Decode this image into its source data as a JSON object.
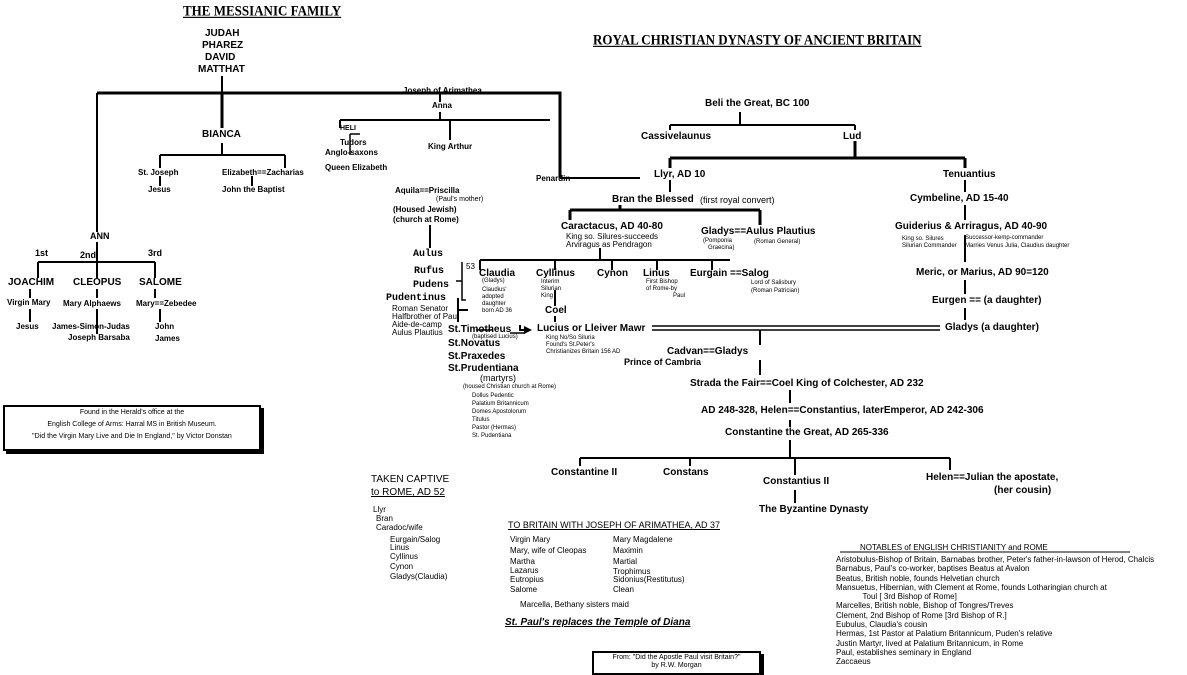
{
  "titles": {
    "messianic": "THE MESSIANIC FAMILY",
    "royal": "ROYAL CHRISTIAN DYNASTY OF ANCIENT BRITAIN"
  },
  "messianic": {
    "ancestors": [
      "JUDAH",
      "PHAREZ",
      "DAVID",
      "MATTHAT"
    ],
    "joseph_arimathea": "Joseph of Arimathea",
    "anna": "Anna",
    "heli": "HELI",
    "tudors": "Tudors",
    "anglo_saxons": "Anglo-saxons",
    "queen_elizabeth": "Queen Elizabeth",
    "king_arthur": "King Arthur",
    "penardin": "Penardin",
    "bianca": "BIANCA",
    "st_joseph": "St. Joseph",
    "jesus1": "Jesus",
    "elizabeth": "Elizabeth==Zacharias",
    "john_baptist": "John the Baptist",
    "ann": "ANN",
    "ord1": "1st",
    "ord2": "2nd",
    "ord3": "3rd",
    "joachim": "JOACHIM",
    "cleopus": "CLEOPUS",
    "salome": "SALOME",
    "virgin_mary": "Virgin Mary",
    "jesus2": "Jesus",
    "mary_alphaews": "Mary Alphaews",
    "james_simon_judas": "James-Simon-Judas",
    "joseph_barsaba": "Joseph Barsaba",
    "mary_zebedee": "Mary==Zebedee",
    "john": "John",
    "james": "James"
  },
  "herald_box": {
    "line1": "Found in the Herald's office at the",
    "line2": "English College of Arms:  Harral MS in British Museum.",
    "line3": "\"Did the Virgin Mary Live and Die In  England,\" by Victor Donstan"
  },
  "roman": {
    "aquila": "Aquila==Priscilla",
    "pauls_mother": "(Paul's mother)",
    "housed_jewish": "(Housed Jewish)",
    "church_rome": "(church at Rome)",
    "aulus": "Aulus",
    "rufus": "Rufus",
    "pudens": "Pudens",
    "pudentinus": "Pudentinus",
    "pudentinus_notes": [
      "Roman Senator",
      "Halfbrother of Paul",
      "Aide-de-camp",
      "Aulus Plautius"
    ],
    "year53": "53",
    "st_timotheus": "St.Timotheus",
    "baptised_lucius": "(baptised Lucius)",
    "st_novatus": "St.Novatus",
    "st_praxedes": "St.Praxedes",
    "st_prudentiana": "St.Prudentiana",
    "martyrs": "(martyrs)",
    "housed_church": "(housed Christian church at Rome)",
    "church_names": [
      "Dollus Pedentic",
      "Palatium Britannicum",
      "Domes Apostolorum",
      "Titulus",
      "Pastor (Hermas)",
      "St. Pudentiana"
    ]
  },
  "royal": {
    "beli": "Beli the Great, BC 100",
    "cassivelaunus": "Cassivelaunus",
    "lud": "Lud",
    "llyr": "Llyr, AD 10",
    "tenuantius": "Tenuantius",
    "bran": "Bran the Blessed",
    "bran_note": "(first royal convert)",
    "cymbeline": "Cymbeline, AD 15-40",
    "caractacus": "Caractacus, AD 40-80",
    "caractacus_note1": "King so. Silures-succeeds",
    "caractacus_note2": "Arviragus as Pendragon",
    "gladys_aulus": "Gladys==Aulus Plautius",
    "pomponia": "(Pomponia",
    "graecina": "Graecina)",
    "roman_general": "(Roman General)",
    "guiderius": "Guiderius & Arriragus, AD 40-90",
    "guid_note1": "King so. Silures",
    "guid_note2": "Silurian Commander",
    "guid_note3": "Successor-kemp-commander",
    "guid_note4": "Marries Venus Julia, Claudius daughter",
    "claudia": "Claudia",
    "claudia_notes": [
      "(Gladys)",
      "Claudius'",
      "adopted",
      "daughter",
      "born AD 36"
    ],
    "cyllinus": "Cyllinus",
    "cyllinus_notes": [
      "Interim",
      "Silurian",
      "King"
    ],
    "cynon": "Cynon",
    "linus": "Linus",
    "linus_notes": [
      "First Bishop",
      "of Rome-by",
      "Paul"
    ],
    "eurgain": "Eurgain ==Salog",
    "salog_notes": [
      "Lord of Salisbury",
      "(Roman Patrician)"
    ],
    "meric": "Meric, or Marius, AD 90=120",
    "coel": "Coel",
    "eurgen": "Eurgen == (a daughter)",
    "lucius": "Lucius or Lleiver Mawr",
    "lucius_notes": [
      "King No/So Siluria",
      "Found's St.Peter's",
      "Christianizes  Britain 156 AD"
    ],
    "gladys_daughter": "Gladys (a daughter)",
    "cadvan": "Cadvan==Gladys",
    "prince_cambria": "Prince of Cambria",
    "strada": "Strada the Fair==Coel King of Colchester, AD 232",
    "helen": "AD 248-328, Helen==Constantius, laterEmperor, AD 242-306",
    "constantine": "Constantine the Great, AD 265-336",
    "constantine2": "Constantine II",
    "constans": "Constans",
    "constantius2": "Constantius II",
    "helen_julian": "Helen==Julian the apostate,",
    "her_cousin": "(her cousin)",
    "byzantine": "The Byzantine Dynasty"
  },
  "captive": {
    "heading1": "TAKEN CAPTIVE",
    "heading2": "to ROME, AD 52",
    "names": [
      "Llyr",
      "Bran",
      "Caradoc/wife"
    ],
    "names2": [
      "Eurgain/Salog",
      "Linus",
      "Cyllinus",
      "Cynon",
      "Gladys(Claudia)"
    ]
  },
  "britain": {
    "heading": "TO BRITAIN WITH JOSEPH OF ARIMATHEA, AD 37",
    "col1": [
      "Virgin Mary",
      "Mary, wife of Cleopas",
      "Martha",
      "Lazarus",
      "Eutropius",
      "Salome"
    ],
    "col2": [
      "Mary Magdalene",
      "Maximin",
      " Martial",
      "Trophimus",
      "Sidonius(Restitutus)",
      "  Clean"
    ],
    "marcella": "Marcella, Bethany sisters maid",
    "st_paul": "St. Paul's replaces the Temple of Diana"
  },
  "from_box": {
    "line1": "From:  \"Did the Apostle Paul visit Britain?\"",
    "line2": "by R.W. Morgan"
  },
  "notables": {
    "heading": "NOTABLES of ENGLISH CHRISTIANITY and ROME",
    "lines": [
      "Aristobulus-Bishop of Britain, Barnabas brother, Peter's father-in-lawson of Herod, Chalcis",
      "Barnabus, Paul's co-worker, baptises Beatus at Avalon",
      "Beatus, British noble, founds Helvetian church",
      "Mansuetus, Hibernian, with Clement at Rome, founds Lotharingian church at",
      "            Toul [ 3rd Bishop of Rome]",
      "Marcelles, British noble, Bishop of Tongres/Treves",
      "Clement, 2nd Bishop of Rome [3rd Bishop of R.]",
      "Eubulus, Claudia's cousin",
      "Hermas, 1st Pastor at Palatium Britannicum, Puden's relative",
      "Justin Martyr, lived at Palatium Britannicum, in Rome",
      "Paul, establishes seminary in England",
      "Zaccaeus"
    ]
  }
}
